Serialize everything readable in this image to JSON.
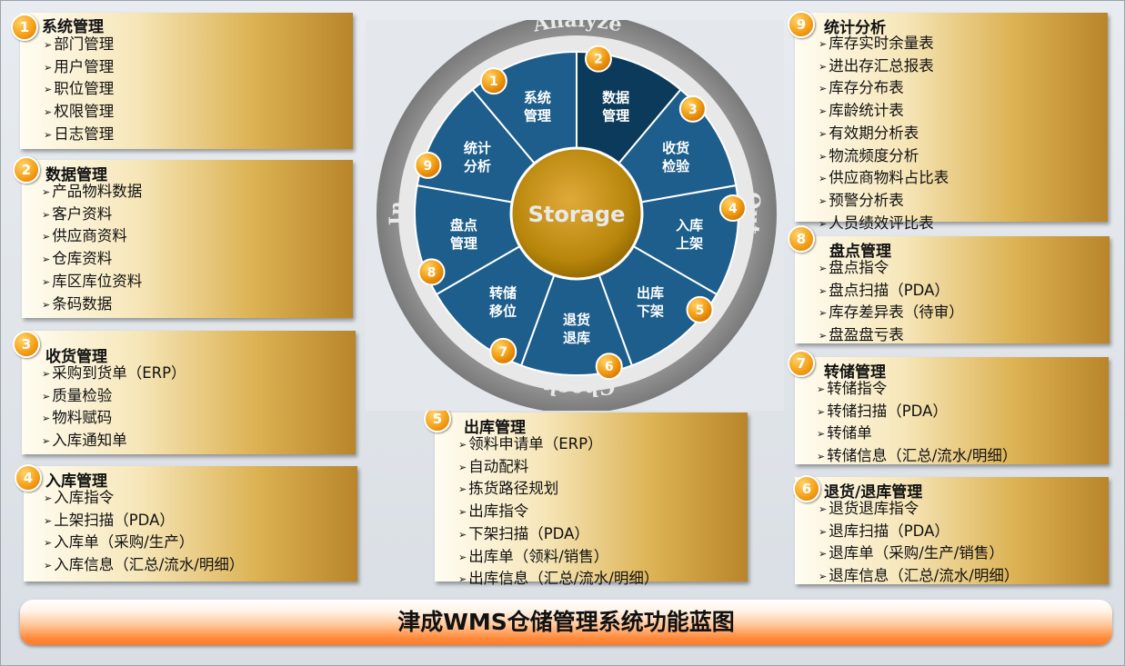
{
  "title": "津成WMS仓储管理系统功能蓝图",
  "colors": {
    "badge": "#f5a21a",
    "segment_light": "#1d5e8c",
    "segment_dark": "#0c3a5a",
    "hub": "#b8860b",
    "ring": "#8e8e8e",
    "panel_gold": "#dcb253"
  },
  "wheel": {
    "center": "Storage",
    "ring_words": {
      "top": "Analyze",
      "right": "Out",
      "bottom": "Check",
      "left": "In"
    },
    "segments": [
      {
        "num": "1",
        "line1": "系统",
        "line2": "管理"
      },
      {
        "num": "2",
        "line1": "数据",
        "line2": "管理"
      },
      {
        "num": "3",
        "line1": "收货",
        "line2": "检验"
      },
      {
        "num": "4",
        "line1": "入库",
        "line2": "上架"
      },
      {
        "num": "5",
        "line1": "出库",
        "line2": "下架"
      },
      {
        "num": "6",
        "line1": "退货",
        "line2": "退库"
      },
      {
        "num": "7",
        "line1": "转储",
        "line2": "移位"
      },
      {
        "num": "8",
        "line1": "盘点",
        "line2": "管理"
      },
      {
        "num": "9",
        "line1": "统计",
        "line2": "分析"
      }
    ]
  },
  "panels": [
    {
      "num": "1",
      "title": "系统管理",
      "items": [
        "部门管理",
        "用户管理",
        "职位管理",
        "权限管理",
        "日志管理"
      ]
    },
    {
      "num": "2",
      "title": "数据管理",
      "items": [
        "产品物料数据",
        "客户资料",
        "供应商资料",
        "仓库资料",
        "库区库位资料",
        "条码数据"
      ]
    },
    {
      "num": "3",
      "title": "收货管理",
      "items": [
        "采购到货单（ERP）",
        "质量检验",
        "物料赋码",
        "入库通知单"
      ]
    },
    {
      "num": "4",
      "title": "入库管理",
      "items": [
        "入库指令",
        "上架扫描（PDA）",
        "入库单（采购/生产）",
        "入库信息（汇总/流水/明细）"
      ]
    },
    {
      "num": "5",
      "title": "出库管理",
      "items": [
        "领料申请单（ERP）",
        "自动配料",
        "拣货路径规划",
        "出库指令",
        "下架扫描（PDA）",
        "出库单（领料/销售）",
        "出库信息（汇总/流水/明细）"
      ]
    },
    {
      "num": "6",
      "title": "退货/退库管理",
      "items": [
        "退货退库指令",
        "退库扫描（PDA）",
        "退库单（采购/生产/销售）",
        "退库信息（汇总/流水/明细）"
      ]
    },
    {
      "num": "7",
      "title": "转储管理",
      "items": [
        "转储指令",
        "转储扫描（PDA）",
        "转储单",
        "转储信息（汇总/流水/明细）"
      ]
    },
    {
      "num": "8",
      "title": "盘点管理",
      "items": [
        "盘点指令",
        "盘点扫描（PDA）",
        "库存差异表（待审）",
        "盘盈盘亏表"
      ]
    },
    {
      "num": "9",
      "title": "统计分析",
      "items": [
        "库存实时余量表",
        "进出存汇总报表",
        "库存分布表",
        "库龄统计表",
        "有效期分析表",
        "物流频度分析",
        "供应商物料占比表",
        "预警分析表",
        "人员绩效评比表"
      ]
    }
  ]
}
